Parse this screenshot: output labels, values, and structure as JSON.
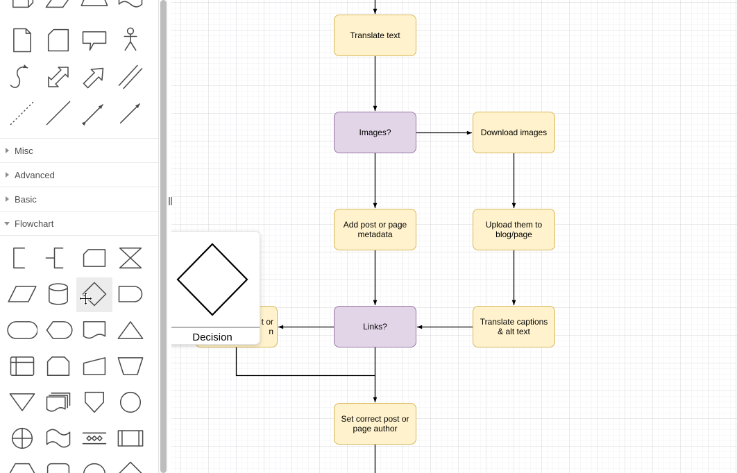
{
  "sidebar": {
    "sections": [
      {
        "label": "Misc",
        "expanded": false
      },
      {
        "label": "Advanced",
        "expanded": false
      },
      {
        "label": "Basic",
        "expanded": false
      },
      {
        "label": "Flowchart",
        "expanded": true
      }
    ],
    "general_shapes": [
      "cube",
      "step",
      "trapezoid",
      "tape",
      "note",
      "card",
      "callout",
      "actor",
      "curve",
      "bidirectional-arrow",
      "arrow",
      "double-line",
      "dashed-line",
      "line",
      "bidirectional-connector",
      "directional-connector"
    ],
    "flowchart_shapes": [
      "annotation-left",
      "annotation-line",
      "card",
      "collate",
      "data",
      "database",
      "decision",
      "delay",
      "direct-access-storage",
      "display",
      "document",
      "extract",
      "internal-storage",
      "loop-limit",
      "manual-input",
      "manual-operation",
      "merge",
      "multi-document",
      "off-page-reference",
      "or",
      "summing-function",
      "paper-tape",
      "parallel-mode",
      "predefined-process",
      "preparation",
      "process",
      "connector-circle",
      "sort"
    ],
    "highlighted_shape": "decision"
  },
  "tooltip": {
    "label": "Decision",
    "shape": "diamond"
  },
  "canvas": {
    "nodes": [
      {
        "id": "translate-text",
        "label": "Translate text",
        "kind": "process"
      },
      {
        "id": "images",
        "label": "Images?",
        "kind": "decision"
      },
      {
        "id": "download-images",
        "label": "Download images",
        "kind": "process"
      },
      {
        "id": "add-metadata",
        "label": "Add post or page metadata",
        "kind": "process"
      },
      {
        "id": "upload-blog",
        "label": "Upload them to blog/page",
        "kind": "process"
      },
      {
        "id": "links",
        "label": "Links?",
        "kind": "decision"
      },
      {
        "id": "translate-captions",
        "label": "Translate captions & alt text",
        "kind": "process"
      },
      {
        "id": "set-author",
        "label": "Set correct post or page author",
        "kind": "process"
      }
    ],
    "occluded_node": {
      "visible_line1": "t or",
      "visible_line2": "n"
    },
    "colors": {
      "process_fill": "#FFF2CC",
      "process_stroke": "#D6B656",
      "decision_fill": "#E1D5E7",
      "decision_stroke": "#9673A6",
      "connector": "#000000"
    }
  }
}
